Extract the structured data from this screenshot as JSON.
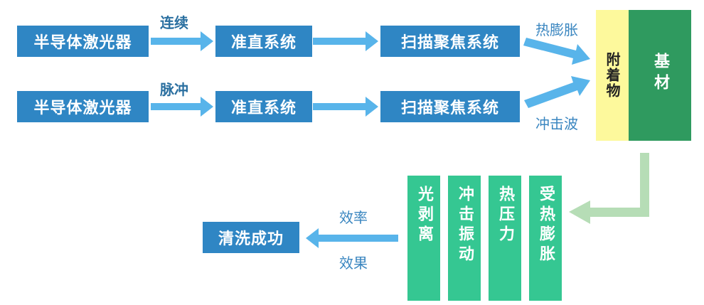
{
  "row1": {
    "laser": "半导体激光器",
    "mode": "连续",
    "collimation": "准直系统",
    "scanning": "扫描聚焦系统",
    "effect": "热膨胀"
  },
  "row2": {
    "laser": "半导体激光器",
    "mode": "脉冲",
    "collimation": "准直系统",
    "scanning": "扫描聚焦系统",
    "effect": "冲击波"
  },
  "target": {
    "attachment": "附着物",
    "substrate": "基材"
  },
  "mechanisms": [
    "受热膨胀",
    "热压力",
    "冲击振动",
    "光剥离"
  ],
  "result": {
    "label_top": "效率",
    "label_bottom": "效果",
    "outcome": "清洗成功"
  },
  "colors": {
    "box_blue": "#2f86c4",
    "arrow_blue": "#58b4ea",
    "attachment_yellow": "#fdf99c",
    "substrate_green": "#2f9a5f",
    "mechanism_green": "#35c792",
    "return_arrow": "#b6ddb6"
  }
}
